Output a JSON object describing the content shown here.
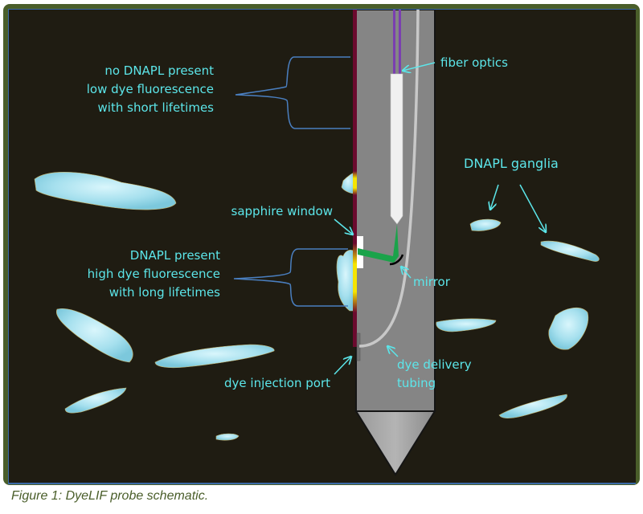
{
  "figure": {
    "caption": "Figure 1: DyeLIF probe schematic.",
    "labels": {
      "no_dnapl": [
        "no DNAPL present",
        "low dye fluorescence",
        "with short lifetimes"
      ],
      "dnapl_present": [
        "DNAPL present",
        "high dye fluorescence",
        "with long lifetimes"
      ],
      "fiber_optics": "fiber optics",
      "dnapl_ganglia": "DNAPL ganglia",
      "sapphire_window": "sapphire window",
      "mirror": "mirror",
      "dye_injection_port": "dye injection port",
      "dye_delivery_tubing": [
        "dye delivery",
        "tubing"
      ]
    },
    "colors": {
      "background": "#1f1c12",
      "frame": "#4a5e2a",
      "label_text": "#5ce6ea",
      "brace": "#4a7fc0",
      "probe_body": "#858585",
      "probe_edge_strip": "#6b0a2e",
      "fiber": "#7a3fb0",
      "fluorescence": "#f5e400",
      "laser_beam": "#1aa34a",
      "ganglia_fill": "#a8e4f2"
    }
  }
}
